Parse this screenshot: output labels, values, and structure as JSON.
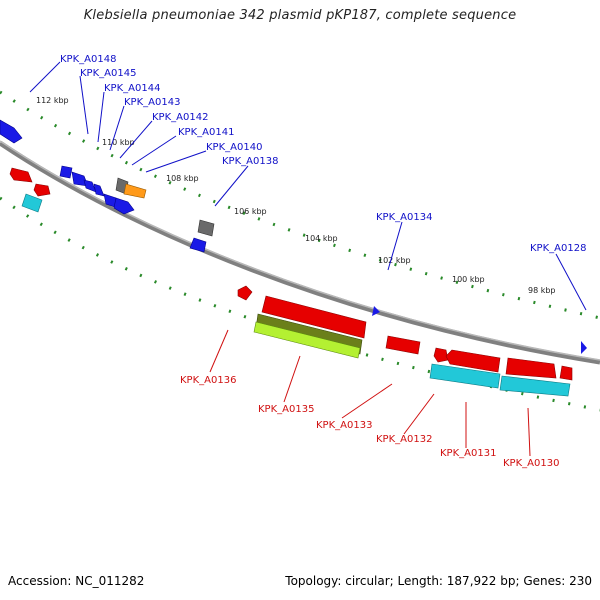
{
  "title": "Klebsiella pneumoniae 342 plasmid pKP187, complete sequence",
  "footer": {
    "accession": "Accession: NC_011282",
    "summary": "Topology: circular; Length: 187,922 bp; Genes: 230"
  },
  "kbp_ticks": [
    "112 kbp",
    "110 kbp",
    "108 kbp",
    "106 kbp",
    "104 kbp",
    "102 kbp",
    "100 kbp",
    "98 kbp"
  ],
  "forward_genes": [
    "KPK_A0148",
    "KPK_A0145",
    "KPK_A0144",
    "KPK_A0143",
    "KPK_A0142",
    "KPK_A0141",
    "KPK_A0140",
    "KPK_A0138",
    "KPK_A0134",
    "KPK_A0128"
  ],
  "reverse_genes": [
    "KPK_A0136",
    "KPK_A0135",
    "KPK_A0133",
    "KPK_A0132",
    "KPK_A0131",
    "KPK_A0130"
  ],
  "colors": {
    "forward_label": "#1010c8",
    "reverse_label": "#d01010",
    "backbone": "#808080",
    "ticks": "#2a8a2a",
    "gene_blue": "#1a1ae6",
    "gene_red": "#e60000",
    "gene_cyan": "#22c8d8",
    "gene_olive": "#6b7f1a",
    "gene_lime": "#b4f032",
    "gene_gray": "#6a6a6a",
    "gene_orange": "#ff9a1a"
  }
}
